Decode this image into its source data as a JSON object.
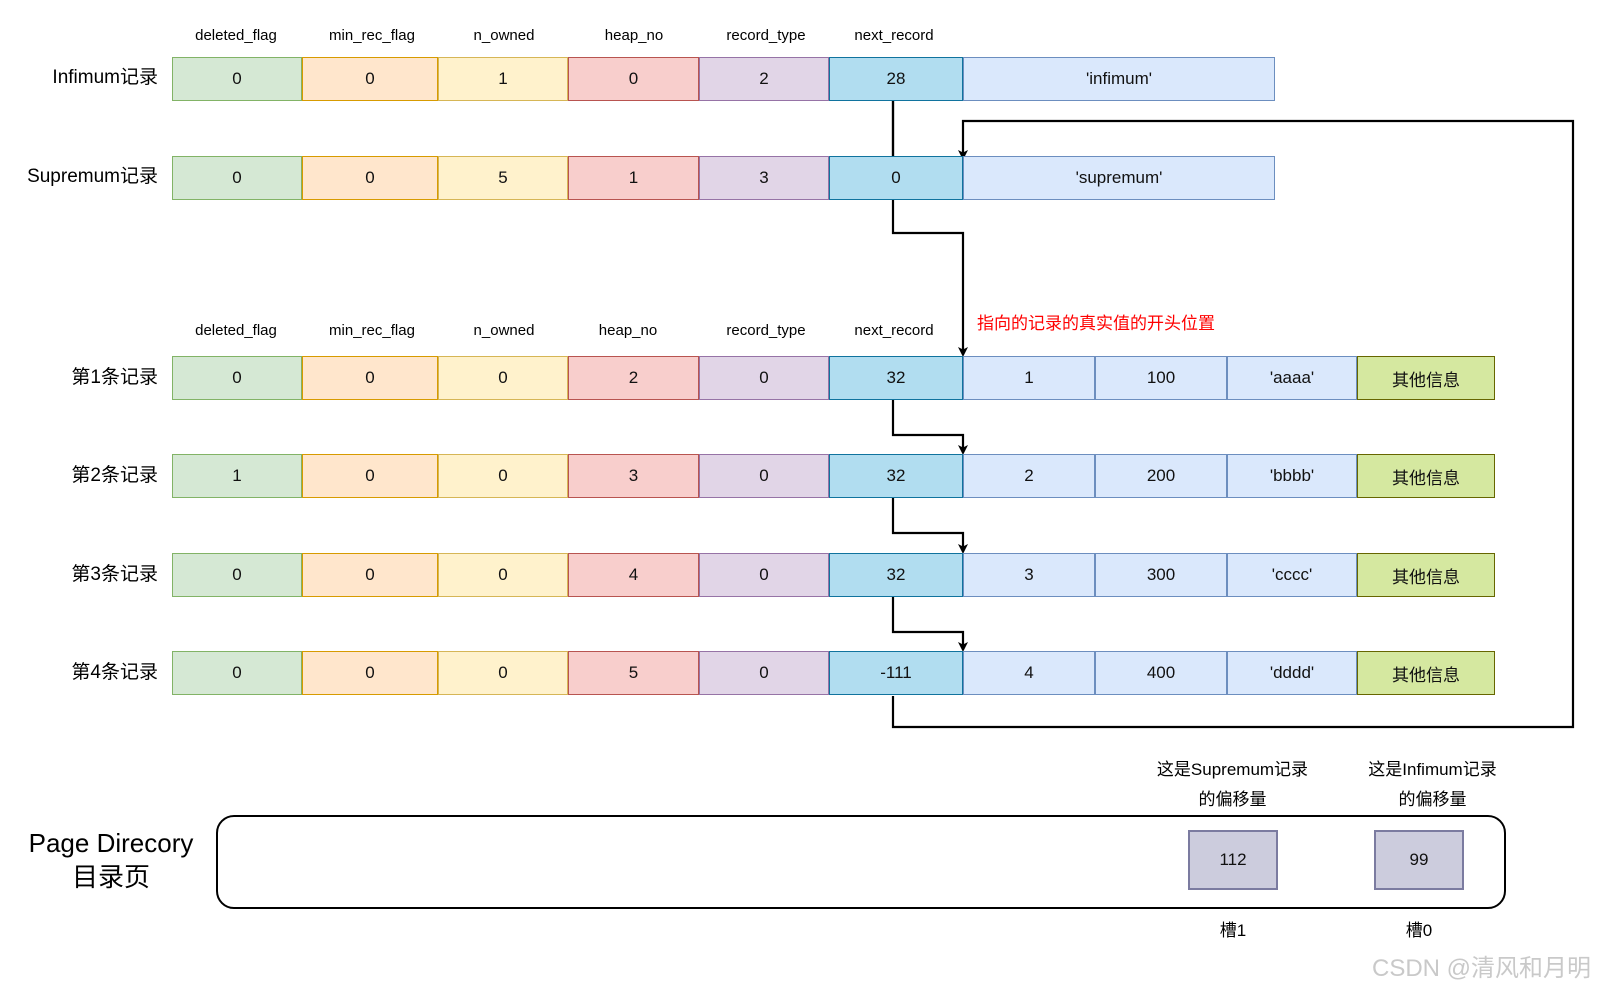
{
  "column_headers_top": [
    "deleted_flag",
    "min_rec_flag",
    "n_owned",
    "heap_no",
    "record_type",
    "next_record"
  ],
  "column_headers_mid": [
    "deleted_flag",
    "min_rec_flag",
    "n_owned",
    "heap_no",
    "record_type",
    "next_record"
  ],
  "system_records": [
    {
      "label": "Infimum记录",
      "deleted_flag": "0",
      "min_rec_flag": "0",
      "n_owned": "1",
      "heap_no": "0",
      "record_type": "2",
      "next_record": "28",
      "value": "'infimum'"
    },
    {
      "label": "Supremum记录",
      "deleted_flag": "0",
      "min_rec_flag": "0",
      "n_owned": "5",
      "heap_no": "1",
      "record_type": "3",
      "next_record": "0",
      "value": "'supremum'"
    }
  ],
  "user_records": [
    {
      "label": "第1条记录",
      "deleted_flag": "0",
      "min_rec_flag": "0",
      "n_owned": "0",
      "heap_no": "2",
      "record_type": "0",
      "next_record": "32",
      "col_c1": "1",
      "col_c2": "100",
      "col_c3": "'aaaa'",
      "other": "其他信息"
    },
    {
      "label": "第2条记录",
      "deleted_flag": "1",
      "min_rec_flag": "0",
      "n_owned": "0",
      "heap_no": "3",
      "record_type": "0",
      "next_record": "32",
      "col_c1": "2",
      "col_c2": "200",
      "col_c3": "'bbbb'",
      "other": "其他信息"
    },
    {
      "label": "第3条记录",
      "deleted_flag": "0",
      "min_rec_flag": "0",
      "n_owned": "0",
      "heap_no": "4",
      "record_type": "0",
      "next_record": "32",
      "col_c1": "3",
      "col_c2": "300",
      "col_c3": "'cccc'",
      "other": "其他信息"
    },
    {
      "label": "第4条记录",
      "deleted_flag": "0",
      "min_rec_flag": "0",
      "n_owned": "0",
      "heap_no": "5",
      "record_type": "0",
      "next_record": "-111",
      "col_c1": "4",
      "col_c2": "400",
      "col_c3": "'dddd'",
      "other": "其他信息"
    }
  ],
  "pointer_note": "指向的记录的真实值的开头位置",
  "page_directory": {
    "title_en": "Page Direcory",
    "title_cn": "目录页",
    "slots": [
      {
        "annotation_line1": "这是Supremum记录",
        "annotation_line2": "的偏移量",
        "value": "112",
        "caption": "槽1"
      },
      {
        "annotation_line1": "这是Infimum记录",
        "annotation_line2": "的偏移量",
        "value": "99",
        "caption": "槽0"
      }
    ]
  },
  "watermark": "CSDN @清风和月明",
  "colors": {
    "green": "#d5e8d4",
    "orange": "#ffe6cc",
    "yellow": "#fff2cc",
    "red": "#f8cecc",
    "purple": "#e1d5e7",
    "cyan": "#b1ddf0",
    "light_blue": "#dae8fc",
    "olive": "#d5e8a0",
    "note_red": "#ff0000",
    "slot_fill": "#ccccdd"
  }
}
